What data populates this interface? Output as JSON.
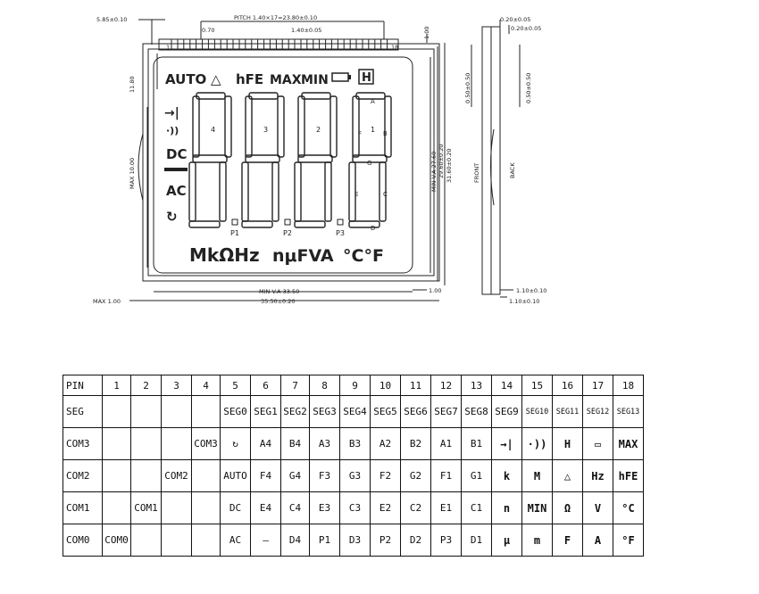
{
  "drawing": {
    "dimensions": {
      "top_left": "5.85±0.10",
      "pitch": "PITCH 1.40×17=23.80±0.10",
      "pin_width": "0.70",
      "pin_pitch": "1.40±0.05",
      "height_1_00": "1.00",
      "left_11_80": "11.80",
      "left_max_10_00": "MAX 10.00",
      "right_va_27_60": "MIN V.A 27.60",
      "right_29_60": "29.60±0.20",
      "right_31_60": "31.60±0.20",
      "bottom_va": "MIN V.A 33.50",
      "bottom_total": "35.50±0.20",
      "bottom_max_1_00": "MAX 1.00",
      "bottom_right_1_00": "1.00",
      "side_top_1": "0.20±0.05",
      "side_top_2": "0.20±0.05",
      "side_left": "0.50±0.50",
      "side_right": "0.50±0.50",
      "side_bottom_1": "1.10±0.10",
      "side_bottom_2": "1.10±0.10",
      "front": "FRONT",
      "back": "BACK"
    },
    "pins": {
      "first": "1",
      "last": "18"
    },
    "lcd": {
      "auto": "AUTO",
      "delta": "△",
      "hfe": "hFE",
      "max": "MAX",
      "min": "MIN",
      "hold": "H",
      "diode": "→|",
      "beep": "·))",
      "dc": "DC",
      "minus": "—",
      "ac": "AC",
      "apo": "↻",
      "digit_labels": [
        "4",
        "3",
        "2",
        "1"
      ],
      "segment_letters": [
        "A",
        "B",
        "C",
        "D",
        "E",
        "F",
        "G"
      ],
      "points": [
        "P1",
        "P2",
        "P3"
      ],
      "units_left": "MkΩHz",
      "units_mid": "nμFVA",
      "units_right": "°C°F"
    }
  },
  "table": {
    "header": [
      "PIN",
      "1",
      "2",
      "3",
      "4",
      "5",
      "6",
      "7",
      "8",
      "9",
      "10",
      "11",
      "12",
      "13",
      "14",
      "15",
      "16",
      "17",
      "18"
    ],
    "rows": [
      [
        "SEG",
        "",
        "",
        "",
        "",
        "SEG0",
        "SEG1",
        "SEG2",
        "SEG3",
        "SEG4",
        "SEG5",
        "SEG6",
        "SEG7",
        "SEG8",
        "SEG9",
        "SEG10",
        "SEG11",
        "SEG12",
        "SEG13"
      ],
      [
        "COM3",
        "",
        "",
        "",
        "COM3",
        "↻",
        "A4",
        "B4",
        "A3",
        "B3",
        "A2",
        "B2",
        "A1",
        "B1",
        "→|",
        "·))",
        "H",
        "▭",
        "MAX"
      ],
      [
        "COM2",
        "",
        "",
        "COM2",
        "",
        "AUTO",
        "F4",
        "G4",
        "F3",
        "G3",
        "F2",
        "G2",
        "F1",
        "G1",
        "k",
        "M",
        "△",
        "Hz",
        "hFE"
      ],
      [
        "COM1",
        "",
        "COM1",
        "",
        "",
        "DC",
        "E4",
        "C4",
        "E3",
        "C3",
        "E2",
        "C2",
        "E1",
        "C1",
        "n",
        "MIN",
        "Ω",
        "V",
        "°C"
      ],
      [
        "COM0",
        "COM0",
        "",
        "",
        "",
        "AC",
        "—",
        "D4",
        "P1",
        "D3",
        "P2",
        "D2",
        "P3",
        "D1",
        "μ",
        "m",
        "F",
        "A",
        "°F"
      ]
    ]
  }
}
